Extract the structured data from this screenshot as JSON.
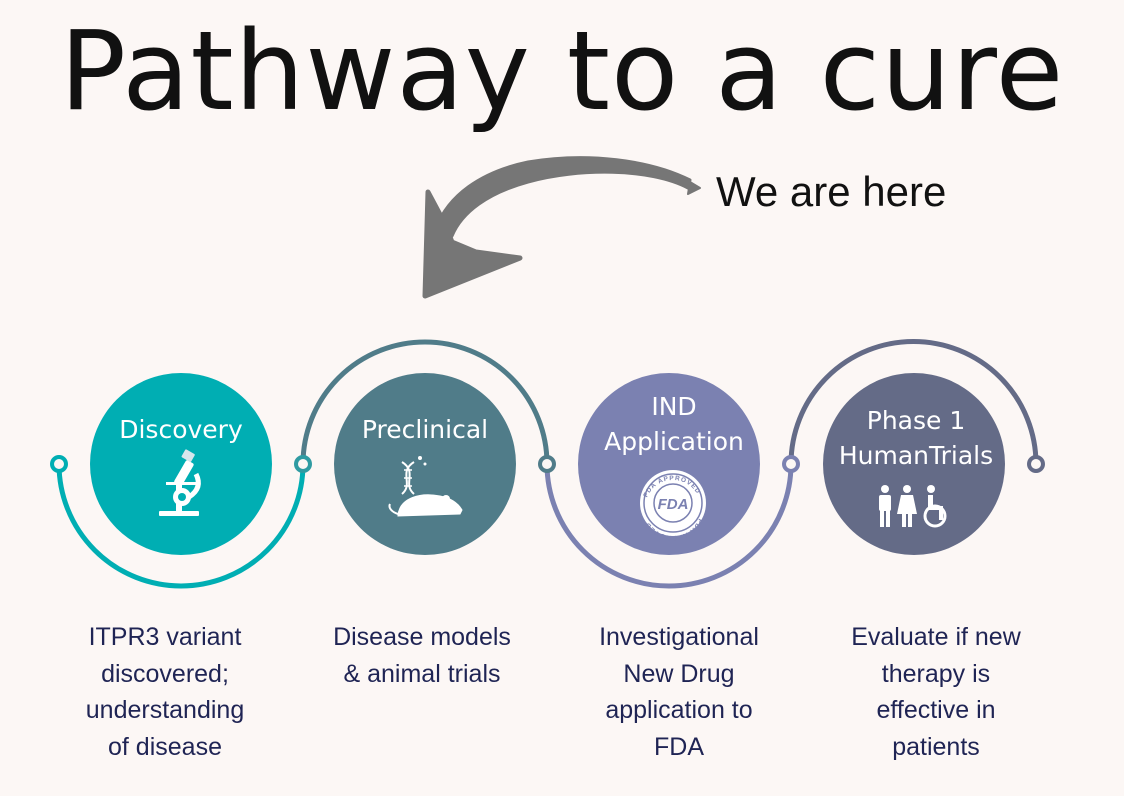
{
  "title": "Pathway to a cure",
  "annotation": {
    "text": "We are here",
    "points_to_step": "Preclinical"
  },
  "colors": {
    "background": "#fcf7f5",
    "step1": "#00aeb3",
    "step2": "#507c89",
    "step3": "#7b81b1",
    "step4": "#646b87",
    "description_text": "#1f2454",
    "arrow": "#767676"
  },
  "steps": [
    {
      "label_lines": [
        "Discovery"
      ],
      "icon": "microscope-icon",
      "description_lines": [
        "ITPR3 variant",
        "discovered;",
        "understanding",
        "of disease"
      ]
    },
    {
      "label_lines": [
        "Preclinical"
      ],
      "icon": "dna-mouse-icon",
      "description_lines": [
        "Disease models",
        "& animal trials"
      ]
    },
    {
      "label_lines": [
        "IND",
        "Application"
      ],
      "icon": "fda-approved-seal-icon",
      "seal_text": "FDA",
      "seal_ring_text": "FDA APPROVED",
      "description_lines": [
        "Investigational",
        "New Drug",
        "application to",
        "FDA"
      ]
    },
    {
      "label_lines": [
        "Phase 1",
        "HumanTrials"
      ],
      "icon": "people-accessibility-icon",
      "description_lines": [
        "Evaluate if new",
        "therapy is",
        "effective in",
        "patients"
      ]
    }
  ]
}
